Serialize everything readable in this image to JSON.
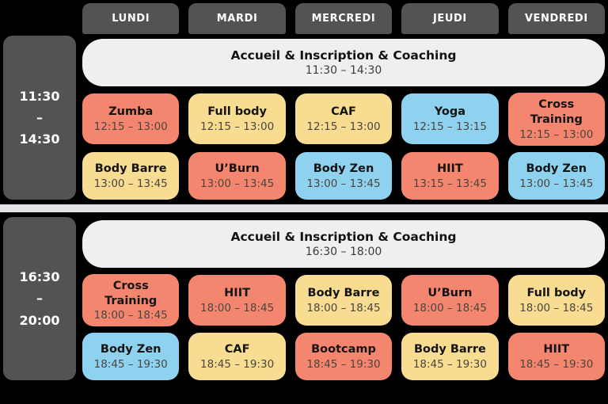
{
  "colors": {
    "background": "#000000",
    "header_bg": "#535353",
    "time_block_bg": "#535353",
    "banner_bg": "#f0efef",
    "divider": "#e2e2e6",
    "card_red": "#f4866f",
    "card_yellow": "#f8dc92",
    "card_blue": "#8fd2ef"
  },
  "days": [
    "LUNDI",
    "MARDI",
    "MERCREDI",
    "JEUDI",
    "VENDREDI"
  ],
  "sections": [
    {
      "time_label": {
        "start": "11:30",
        "sep": "–",
        "end": "14:30"
      },
      "banner": {
        "title": "Accueil & Inscription & Coaching",
        "time": "11:30 – 14:30"
      },
      "rows": [
        [
          {
            "name": "Zumba",
            "time": "12:15 – 13:00",
            "color": "#f4866f"
          },
          {
            "name": "Full body",
            "time": "12:15 – 13:00",
            "color": "#f8dc92"
          },
          {
            "name": "CAF",
            "time": "12:15 – 13:00",
            "color": "#f8dc92"
          },
          {
            "name": "Yoga",
            "time": "12:15 – 13:15",
            "color": "#8fd2ef"
          },
          {
            "name": "Cross Training",
            "time": "12:15 – 13:00",
            "color": "#f4866f"
          }
        ],
        [
          {
            "name": "Body Barre",
            "time": "13:00 – 13:45",
            "color": "#f8dc92"
          },
          {
            "name": "U’Burn",
            "time": "13:00 – 13:45",
            "color": "#f4866f"
          },
          {
            "name": "Body Zen",
            "time": "13:00 – 13:45",
            "color": "#8fd2ef"
          },
          {
            "name": "HIIT",
            "time": "13:15 – 13:45",
            "color": "#f4866f"
          },
          {
            "name": "Body Zen",
            "time": "13:00 – 13:45",
            "color": "#8fd2ef"
          }
        ]
      ]
    },
    {
      "time_label": {
        "start": "16:30",
        "sep": "–",
        "end": "20:00"
      },
      "banner": {
        "title": "Accueil & Inscription & Coaching",
        "time": "16:30 – 18:00"
      },
      "rows": [
        [
          {
            "name": "Cross Training",
            "time": "18:00 – 18:45",
            "color": "#f4866f"
          },
          {
            "name": "HIIT",
            "time": "18:00 – 18:45",
            "color": "#f4866f"
          },
          {
            "name": "Body Barre",
            "time": "18:00 – 18:45",
            "color": "#f8dc92"
          },
          {
            "name": "U’Burn",
            "time": "18:00 – 18:45",
            "color": "#f4866f"
          },
          {
            "name": "Full body",
            "time": "18:00 – 18:45",
            "color": "#f8dc92"
          }
        ],
        [
          {
            "name": "Body Zen",
            "time": "18:45 – 19:30",
            "color": "#8fd2ef"
          },
          {
            "name": "CAF",
            "time": "18:45 – 19:30",
            "color": "#f8dc92"
          },
          {
            "name": "Bootcamp",
            "time": "18:45 – 19:30",
            "color": "#f4866f"
          },
          {
            "name": "Body Barre",
            "time": "18:45 – 19:30",
            "color": "#f8dc92"
          },
          {
            "name": "HIIT",
            "time": "18:45 – 19:30",
            "color": "#f4866f"
          }
        ]
      ]
    }
  ]
}
